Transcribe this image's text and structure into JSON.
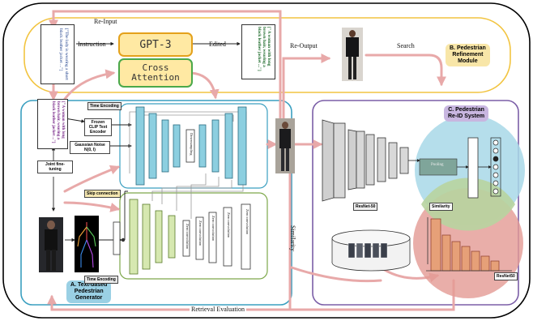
{
  "labels": {
    "re_input": "Re-Input",
    "instruction": "Instruction",
    "edited": "Edited",
    "re_output": "Re-Output",
    "search": "Search",
    "similarity_top": "Similarity",
    "similarity_vertical": "Similarity",
    "retrieval_evaluation": "Retrieval Evaluation",
    "pooling": "Pooling",
    "resnet50": "ResNet-50",
    "resnet50_right": "ResNet50",
    "time_encoding_top": "Time Encoding",
    "time_encoding_bottom": "Time Encoding",
    "frozen_clip": "Frozen CLIP Text Encoder",
    "gaussian_noise": "Gaussian Noise N(0, I)",
    "joint_fine_tuning": "Joint fine-tuning",
    "skip_connection": "Skip connection",
    "downsampling": "Downsampling",
    "zero_convolution": "Zero convolution"
  },
  "boxes": {
    "gpt3": "GPT-3",
    "cross_attention_line1": "Cross",
    "cross_attention_line2": "Attention"
  },
  "modules": {
    "refinement_line1": "B. Pedestrian",
    "refinement_line2": "Refinement",
    "refinement_line3": "Module",
    "reid_line1": "C. Pedestrian",
    "reid_line2": "Re-ID System",
    "generator_line1": "A. Text-based",
    "generator_line2": "Pedestrian",
    "generator_line3": "Generator"
  },
  "texts": {
    "input_prompt": "[\"The lady is wearing a short black leather jacket ...\"]",
    "edited_prompt": "[\"A woman with long brown hair, wearing a black leather jacket ...\"]",
    "generator_prompt": "[\"A woman with long brown hair, wearing a black leather jacket ...\"]"
  },
  "colors": {
    "outer_border": "#000000",
    "refinement_border": "#f2c440",
    "generator_border": "#3a9fc0",
    "reid_border": "#7b5ea7",
    "gpt3_fill": "#ffe9a3",
    "gpt3_border": "#e4a11b",
    "cross_attention_border": "#4aa84a",
    "arrow_pink": "#e8a9a9",
    "unet_blue": "#8ccfe0",
    "controlnet_green": "#d6e8b0",
    "reid_blue_circle": "#a8d8e8",
    "reid_red_circle": "#e39a94",
    "reid_green_overlap": "#b8d4a0",
    "module_label_refinement": "#f8e6a8",
    "module_label_reid": "#c8b6e0",
    "module_label_generator": "#9ad0e4"
  }
}
